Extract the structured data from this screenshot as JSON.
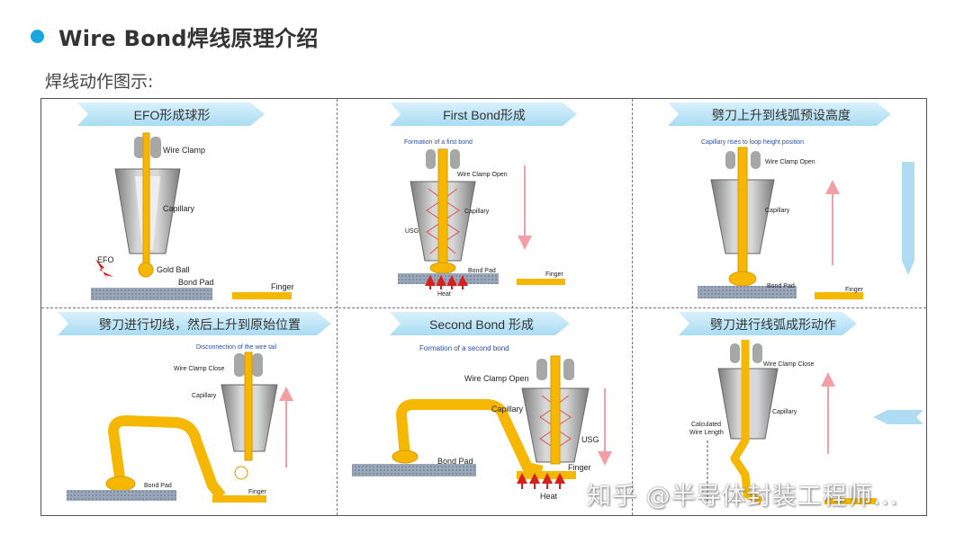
{
  "header": {
    "title": "Wire Bond焊线原理介绍",
    "subtitle": "焊线动作图示:"
  },
  "colors": {
    "accent": "#1aa7e0",
    "wire": "#f5b700",
    "pad": "#8f9db0",
    "finger": "#f5b700",
    "arrow": "#f2a0a6"
  },
  "panels": [
    {
      "banner": "EFO形成球形",
      "labels": {
        "wire_clamp": "Wire Clamp",
        "capillary": "Capillary",
        "efo": "EFO",
        "gold_ball": "Gold Ball",
        "bond_pad": "Bond Pad",
        "finger": "Finger"
      }
    },
    {
      "banner": "First Bond形成",
      "caption": "Formation of a first bond",
      "labels": {
        "wire_clamp": "Wire Clamp Open",
        "capillary": "Capillary",
        "usg": "USG",
        "bond_pad": "Bond Pad",
        "heat": "Heat",
        "finger": "Finger"
      }
    },
    {
      "banner": "劈刀上升到线弧预设高度",
      "caption": "Capillary rises to loop height position",
      "labels": {
        "wire_clamp": "Wire Clamp Open",
        "capillary": "Capillary",
        "bond_pad": "Bond Pad",
        "finger": "Finger"
      }
    },
    {
      "banner": "劈刀进行切线，然后上升到原始位置",
      "caption": "Disconnection of the wire tail",
      "labels": {
        "wire_clamp": "Wire Clamp Close",
        "capillary": "Capillary",
        "bond_pad": "Bond Pad",
        "finger": "Finger"
      }
    },
    {
      "banner": "Second Bond 形成",
      "caption": "Formation of a second bond",
      "labels": {
        "wire_clamp": "Wire Clamp Open",
        "capillary": "Capillary",
        "usg": "USG",
        "bond_pad": "Bond Pad",
        "finger": "Finger",
        "heat": "Heat"
      }
    },
    {
      "banner": "劈刀进行线弧成形动作",
      "labels": {
        "wire_clamp": "Wire Clamp Close",
        "capillary": "Capillary",
        "calc_length": "Calculated\nWire Length"
      }
    }
  ],
  "watermark": "知乎 @半导体封装工程师..."
}
